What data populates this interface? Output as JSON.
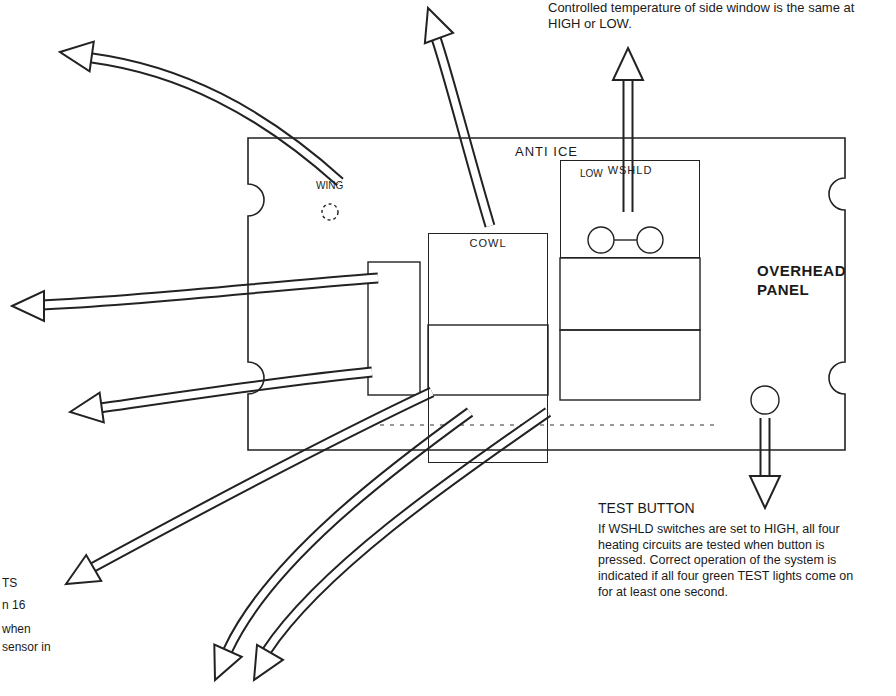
{
  "diagram": {
    "nodes": [
      {
        "text": [
          "ANTI ICE"
        ]
      },
      {
        "text": [
          "COWL"
        ],
        "in": 0
      },
      {
        "text": [
          "WSHLD"
        ],
        "in": 0
      }
    ],
    "labels": [
      "Controlled temperature of side window is the same at HIGH or LOW.",
      "OVERHEAD PANEL",
      "TEST BUTTON",
      "If WSHLD switches are set to HIGH, all four heating circuits are tested when button is pressed. Correct operation of the system is indicated if all four green TEST lights come on for at least one second.",
      "WING",
      "LOW",
      "TS",
      "n 16",
      "when",
      "sensor in"
    ]
  }
}
